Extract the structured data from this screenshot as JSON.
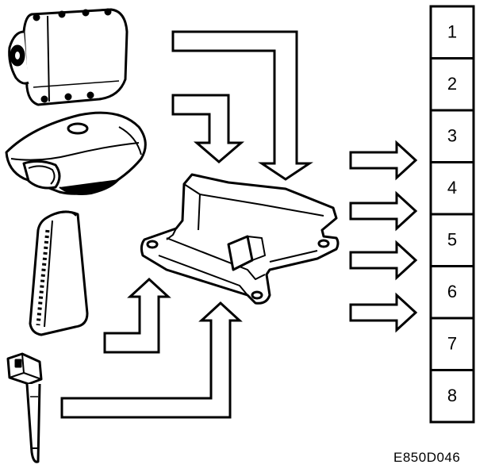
{
  "diagram": {
    "reference_code": "E850D046",
    "outputs": [
      {
        "label": "1"
      },
      {
        "label": "2"
      },
      {
        "label": "3"
      },
      {
        "label": "4"
      },
      {
        "label": "5"
      },
      {
        "label": "6"
      },
      {
        "label": "7"
      },
      {
        "label": "8"
      }
    ],
    "line_color": "#000000",
    "fill_color": "#ffffff",
    "shading_color": "#dcdcdc",
    "components": [
      {
        "icon": "passenger-airbag-icon"
      },
      {
        "icon": "steering-wheel-airbag-icon"
      },
      {
        "icon": "side-airbag-icon"
      },
      {
        "icon": "impact-sensor-icon"
      },
      {
        "icon": "airbag-control-unit-icon"
      }
    ]
  }
}
